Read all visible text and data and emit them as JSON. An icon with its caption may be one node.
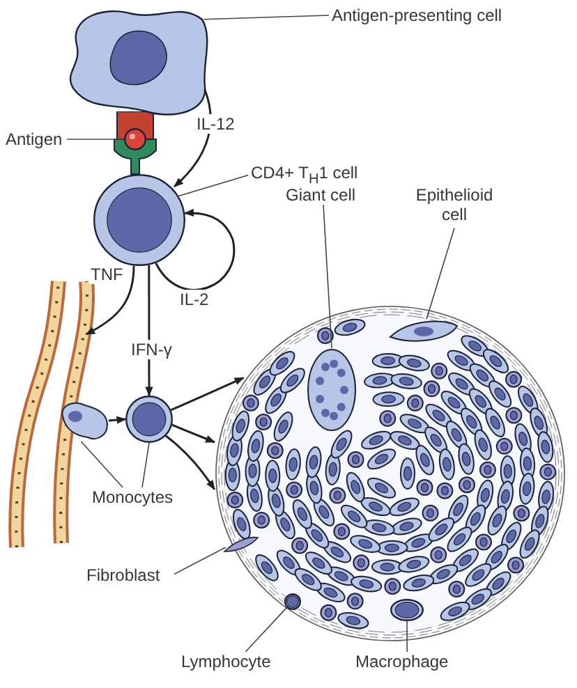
{
  "diagram": {
    "nodes": [
      {
        "text": [
          "Antigen-presenting cell"
        ]
      },
      {
        "text": [],
        "shape": "picture"
      },
      {
        "text": [
          "Antigen"
        ]
      },
      {
        "text": [],
        "shape": "circle"
      },
      {
        "text": [
          "CD4+ T$_{H}$1 cell"
        ]
      },
      {
        "text": [],
        "shape": "circle"
      },
      {
        "text": [],
        "shape": "picture"
      },
      {
        "text": [],
        "shape": "picture"
      },
      {
        "text": [],
        "shape": "circle"
      },
      {
        "text": [
          "Monocytes"
        ]
      },
      {
        "text": [],
        "shape": "picture"
      },
      {
        "text": [
          "Giant cell"
        ]
      },
      {
        "text": [],
        "shape": "picture",
        "in": 10
      },
      {
        "text": [
          "Epithelioid cell"
        ]
      },
      {
        "text": [],
        "shape": "picture",
        "in": 10
      },
      {
        "text": [
          "Fibroblast"
        ]
      },
      {
        "text": [],
        "shape": "picture",
        "in": 10
      },
      {
        "text": [
          "Lymphocyte"
        ]
      },
      {
        "text": [],
        "shape": "circle",
        "in": 10
      },
      {
        "text": [
          "Macrophage"
        ]
      },
      {
        "text": [],
        "shape": "circle",
        "in": 10
      }
    ],
    "edges": [
      {
        "from": 0,
        "to": 1,
        "arrow": "none"
      },
      {
        "from": 2,
        "to": 3,
        "arrow": "none"
      },
      {
        "from": 4,
        "to": 5,
        "arrow": "none"
      },
      {
        "from": 1,
        "to": 5,
        "arrow": "to",
        "label": "IL-12"
      },
      {
        "from": 5,
        "to": 5,
        "arrow": "to",
        "label": "IL-2"
      },
      {
        "from": 5,
        "to": 6,
        "arrow": "to",
        "label": "TNF"
      },
      {
        "from": 5,
        "to": 8,
        "arrow": "to",
        "label": "IFN-γ"
      },
      {
        "from": 7,
        "to": 8,
        "arrow": "to"
      },
      {
        "from": 8,
        "to": 10,
        "arrow": "to"
      },
      {
        "from": 8,
        "to": 10,
        "arrow": "to"
      },
      {
        "from": 8,
        "to": 10,
        "arrow": "to"
      },
      {
        "from": 9,
        "to": 7,
        "arrow": "none"
      },
      {
        "from": 9,
        "to": 8,
        "arrow": "none"
      },
      {
        "from": 11,
        "to": 12,
        "arrow": "none"
      },
      {
        "from": 13,
        "to": 14,
        "arrow": "none"
      },
      {
        "from": 15,
        "to": 16,
        "arrow": "none"
      },
      {
        "from": 17,
        "to": 18,
        "arrow": "none"
      },
      {
        "from": 19,
        "to": 20,
        "arrow": "none"
      }
    ]
  }
}
